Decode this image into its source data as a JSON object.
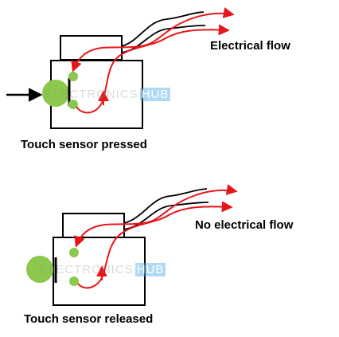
{
  "top_panel": {
    "flow_label": "Electrical flow",
    "caption": "Touch sensor pressed"
  },
  "bottom_panel": {
    "flow_label": "No electrical flow",
    "caption": "Touch sensor released"
  },
  "watermark": {
    "text": "ELECTRONICS",
    "badge": "HUB"
  },
  "colors": {
    "wire_red": "#e8161b",
    "wire_black": "#000000",
    "contact_green": "#8cc84b",
    "outline": "#000000"
  }
}
